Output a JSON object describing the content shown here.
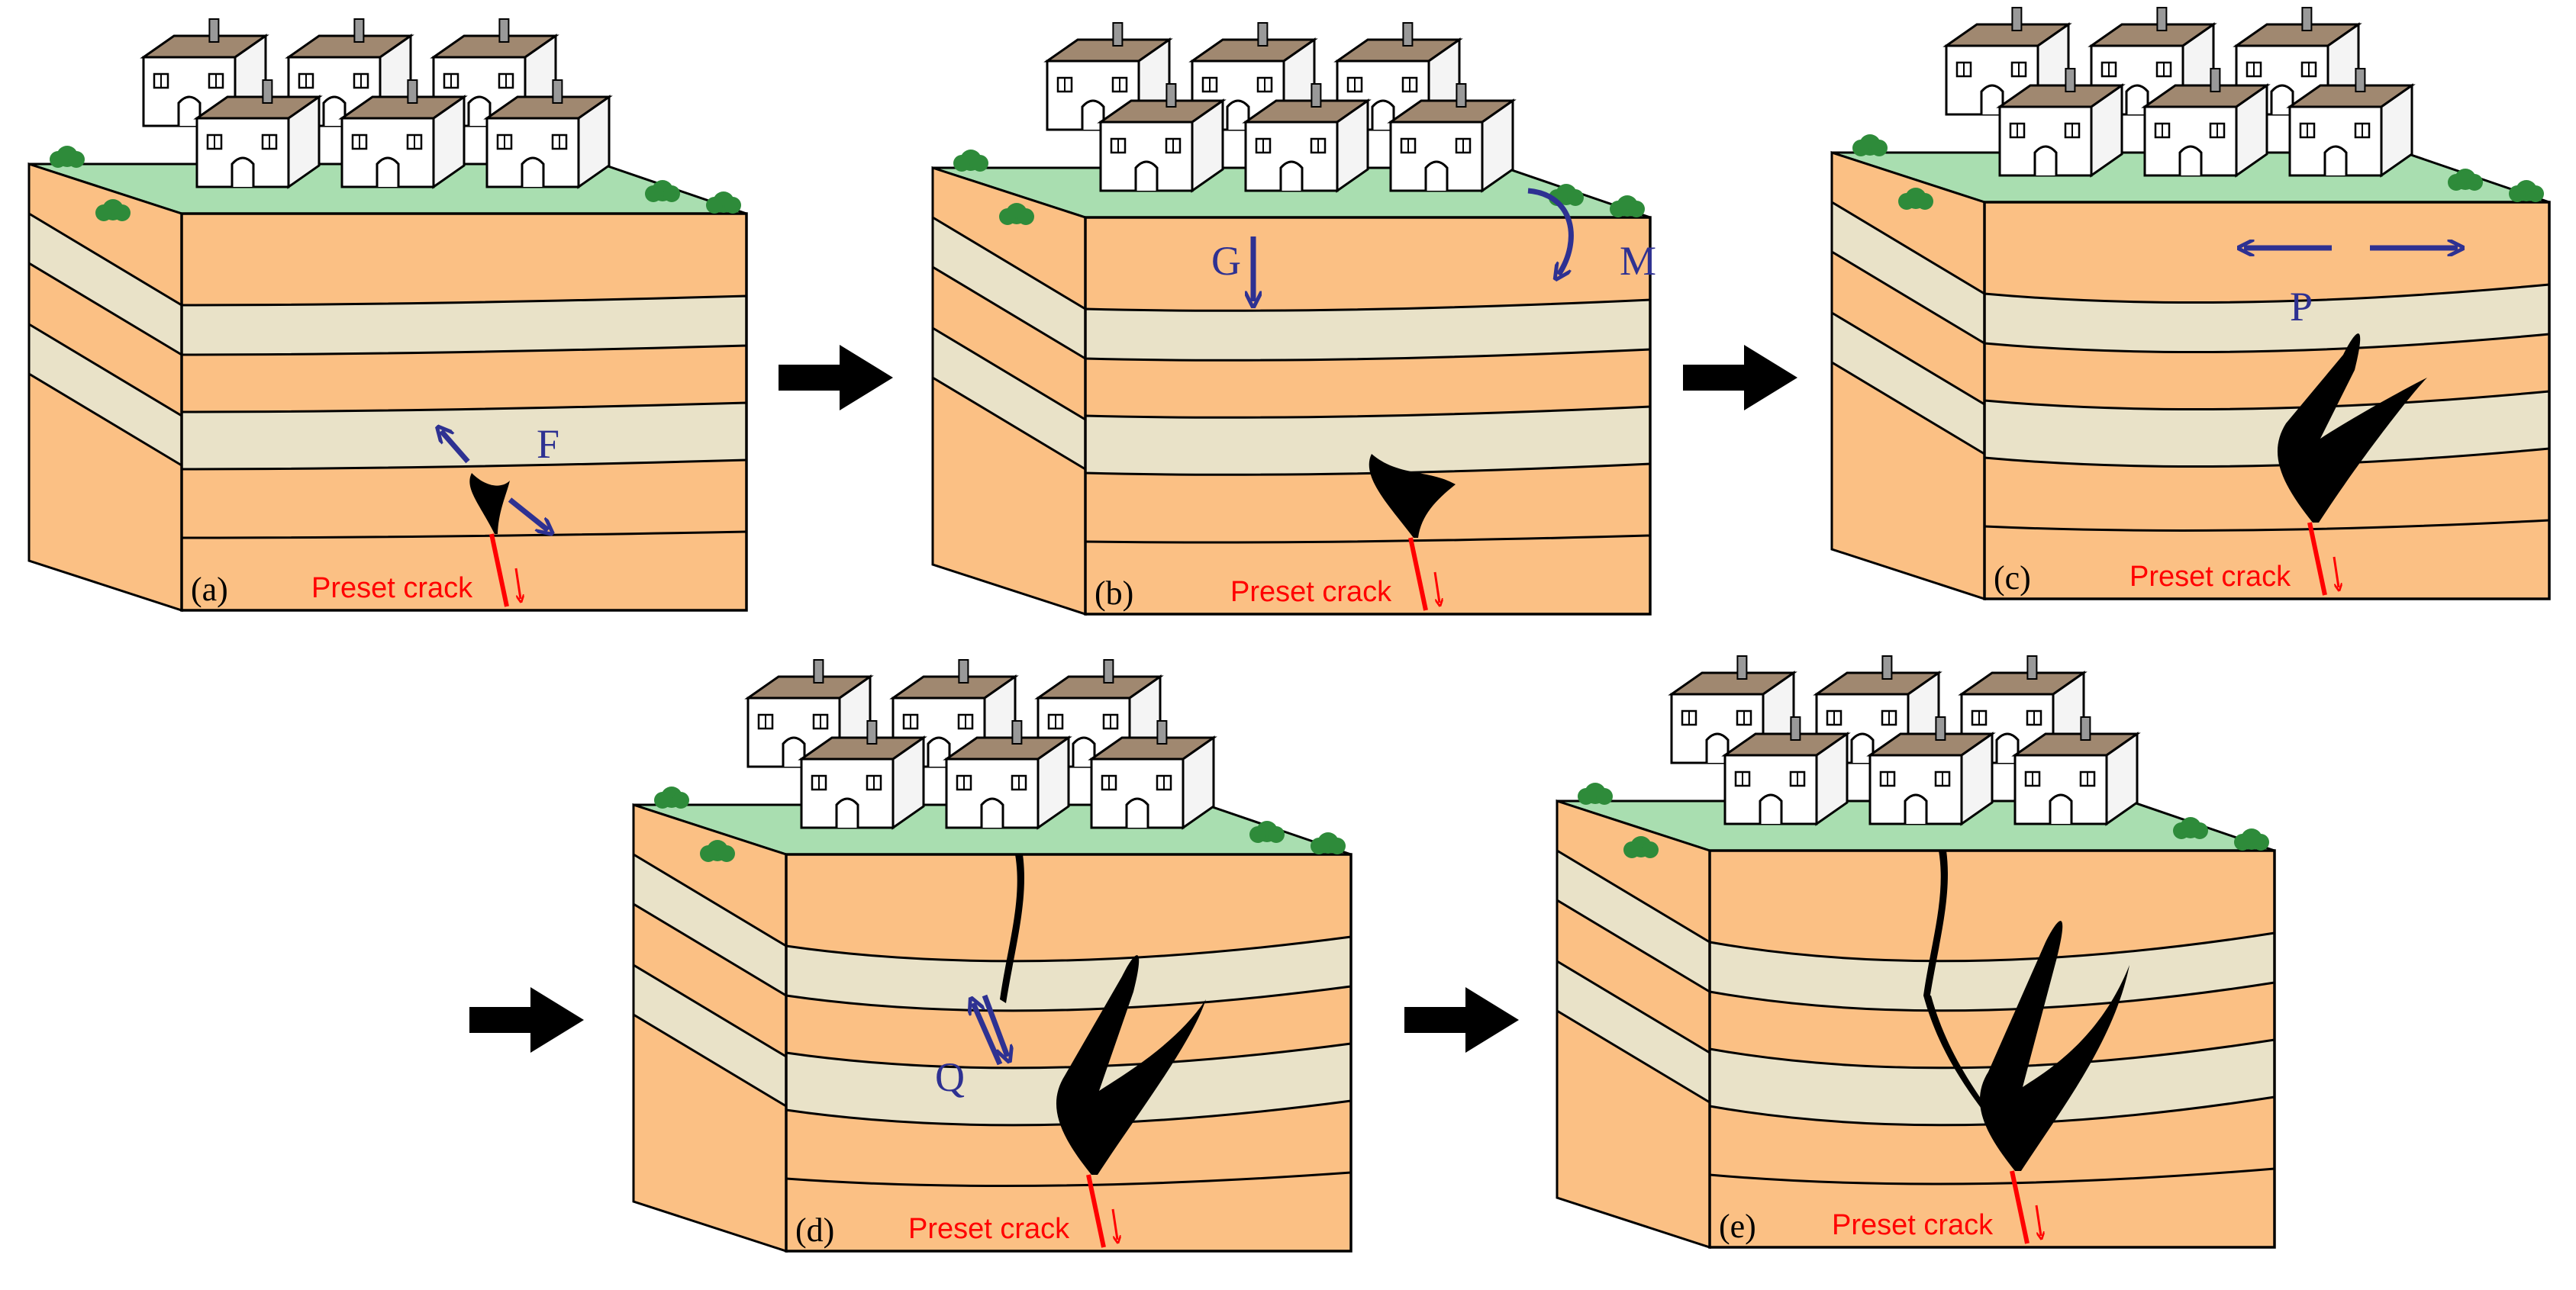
{
  "panels": [
    {
      "id": "a",
      "label": "(a)",
      "crack_label": "Preset crack",
      "forces": [
        "F"
      ]
    },
    {
      "id": "b",
      "label": "(b)",
      "crack_label": "Preset crack",
      "forces": [
        "G",
        "M"
      ]
    },
    {
      "id": "c",
      "label": "(c)",
      "crack_label": "Preset crack",
      "forces": [
        "P"
      ]
    },
    {
      "id": "d",
      "label": "(d)",
      "crack_label": "Preset crack",
      "forces": [
        "Q"
      ]
    },
    {
      "id": "e",
      "label": "(e)",
      "crack_label": "Preset crack",
      "forces": []
    }
  ],
  "colors": {
    "orange_layer": "#FBC084",
    "tan_layer": "#E9E2C8",
    "top_surface": "#A9DEB0",
    "grass": "#2E8B3A",
    "house_wall": "#FFFFFF",
    "house_roof": "#A08870",
    "fissure": "#000000",
    "crack": "#FF0000",
    "force_arrow": "#2E3192",
    "step_arrow": "#000000"
  },
  "icons": [
    "house-icon",
    "tree-icon",
    "step-arrow-icon",
    "force-arrow-icon"
  ]
}
